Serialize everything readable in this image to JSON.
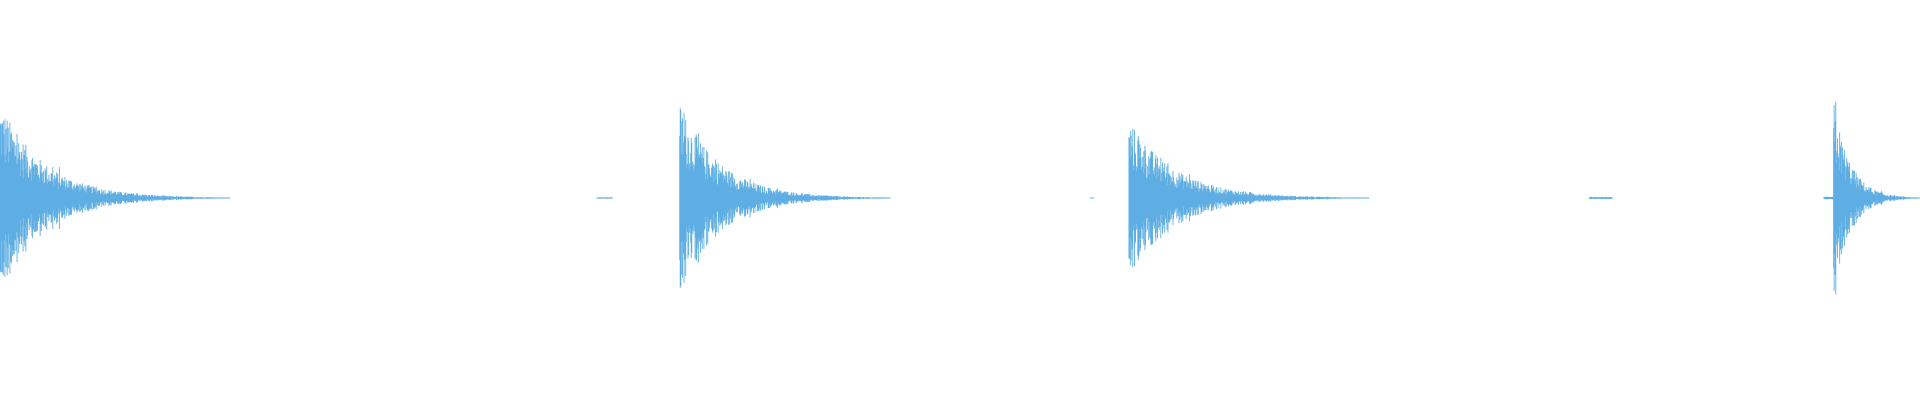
{
  "waveform": {
    "color": "#5faee3",
    "background": "#ffffff",
    "duration_fraction_range": [
      0,
      1
    ],
    "hits": [
      {
        "start": 0.0,
        "peak_amplitude": 0.98,
        "decay_length": 0.12
      },
      {
        "start": 0.354,
        "peak_amplitude": 0.97,
        "decay_length": 0.11
      },
      {
        "start": 0.588,
        "peak_amplitude": 0.8,
        "decay_length": 0.125
      },
      {
        "start": 0.955,
        "peak_amplitude": 1.0,
        "decay_length": 0.045
      }
    ],
    "tails": [
      {
        "start": 0.311,
        "end": 0.319,
        "amplitude": 0.008
      },
      {
        "start": 0.568,
        "end": 0.57,
        "amplitude": 0.006
      },
      {
        "start": 0.828,
        "end": 0.84,
        "amplitude": 0.012
      },
      {
        "start": 0.95,
        "end": 0.955,
        "amplitude": 0.015
      }
    ]
  }
}
